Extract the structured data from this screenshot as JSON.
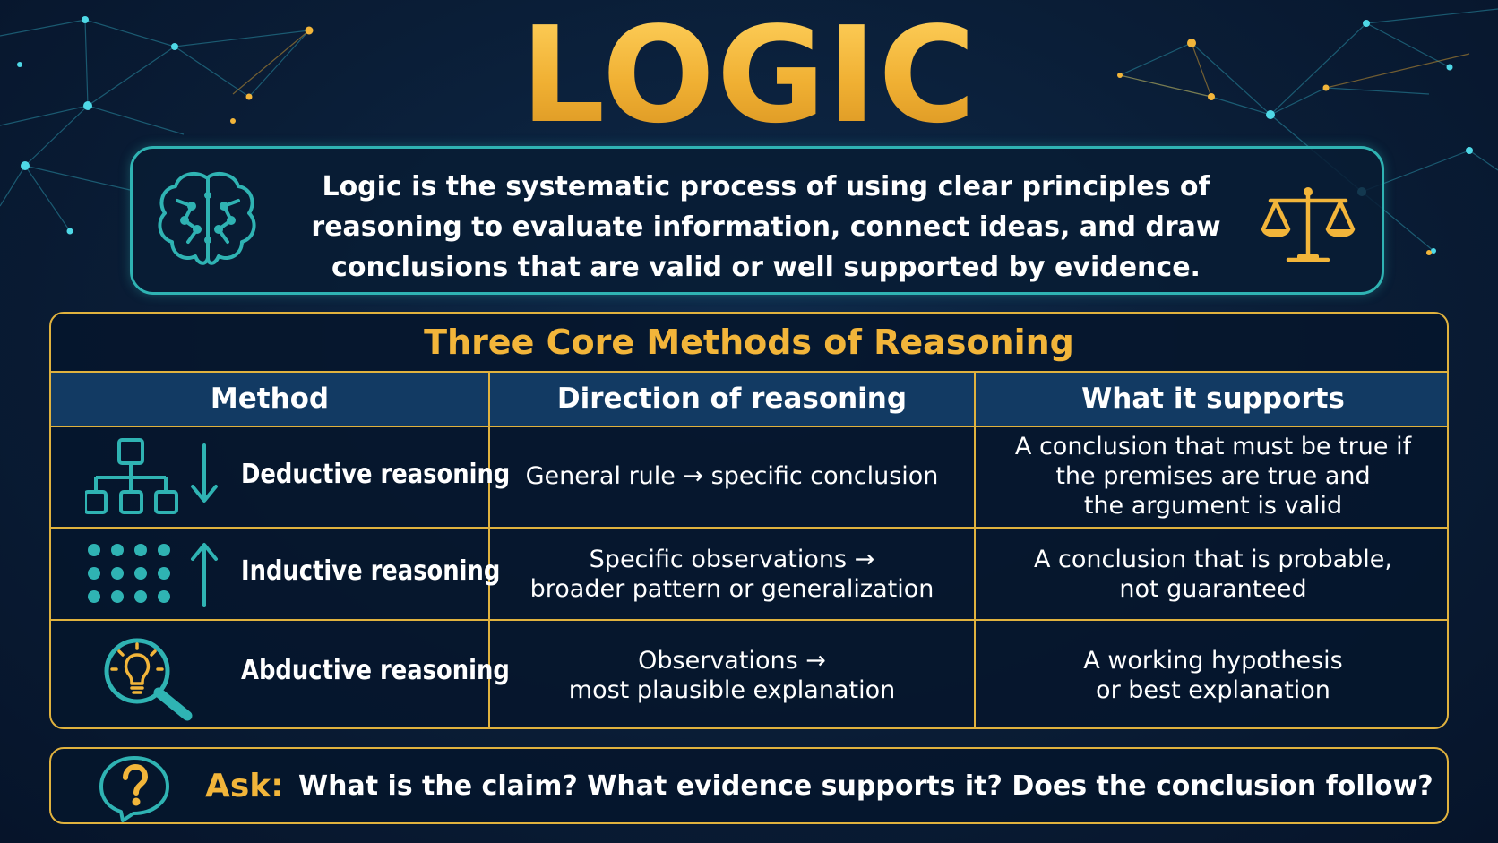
{
  "title": "LOGIC",
  "definition": "Logic is the systematic process of using clear principles of reasoning to evaluate information, connect ideas, and draw conclusions that are valid or well supported by evidence.",
  "methods": {
    "title": "Three Core Methods of Reasoning",
    "headers": [
      "Method",
      "Direction of reasoning",
      "What it supports"
    ],
    "rows": [
      {
        "method": "Deductive reasoning",
        "icon": "hierarchy-down-arrow-icon",
        "direction": "General rule → specific conclusion",
        "supports": "A conclusion that must be true if\nthe premises are true and\nthe argument is valid"
      },
      {
        "method": "Inductive reasoning",
        "icon": "dot-grid-up-arrow-icon",
        "direction": "Specific observations →\nbroader pattern or generalization",
        "supports": "A conclusion that is probable,\nnot guaranteed"
      },
      {
        "method": "Abductive reasoning",
        "icon": "lightbulb-magnifier-icon",
        "direction": "Observations →\nmost plausible explanation",
        "supports": "A working hypothesis\nor best explanation"
      }
    ]
  },
  "ask": {
    "label": "Ask:",
    "text": "What is the claim?  What evidence supports it?  Does the conclusion follow?",
    "icon": "question-bubble-icon"
  },
  "colors": {
    "gold": "#f2b53a",
    "teal": "#2fb3b3",
    "background": "#0a1d36",
    "header": "#123a63"
  }
}
